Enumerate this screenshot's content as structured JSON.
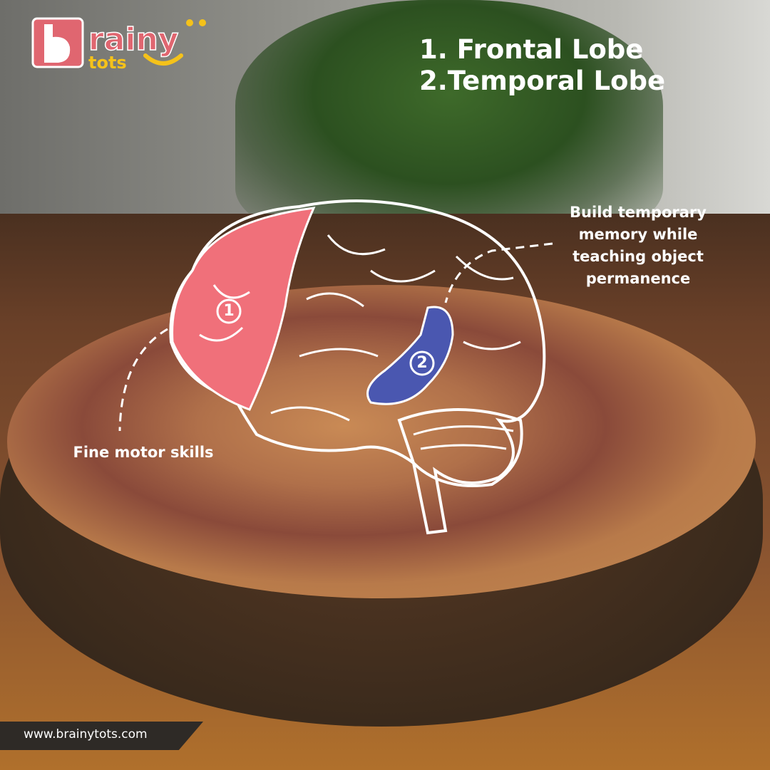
{
  "brand": {
    "name": "brainy tots",
    "logo_line1": "rainy",
    "logo_line2": "tots",
    "pink": "#e06670",
    "yellow": "#f5c21a"
  },
  "title": {
    "line1": "1.  Frontal Lobe",
    "line2": "2.Temporal Lobe"
  },
  "markers": {
    "frontal": "1",
    "temporal": "2"
  },
  "colors": {
    "frontal": "#f0707a",
    "temporal": "#4a57b0"
  },
  "labels": {
    "temporal_line1": "Build temporary",
    "temporal_line2": "memory while",
    "temporal_line3": "teaching object",
    "temporal_line4": "permanence",
    "frontal": "Fine motor skills"
  },
  "footer": {
    "url": "www.brainytots.com"
  }
}
